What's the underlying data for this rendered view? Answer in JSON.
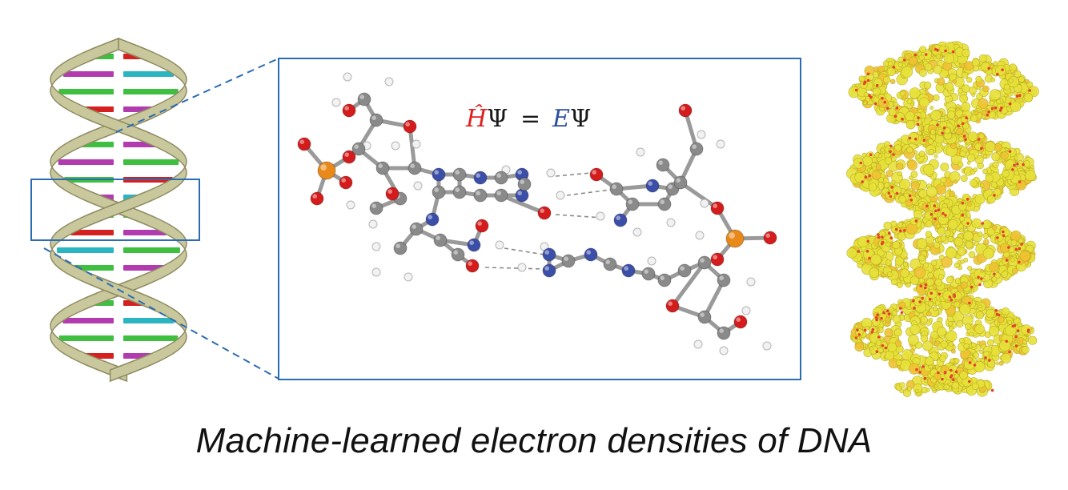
{
  "caption": "Machine-learned electron densities of DNA",
  "equation": {
    "h_symbol": "Ĥ",
    "psi": "Ψ",
    "equals": "=",
    "e_symbol": "E",
    "psi2": "Ψ"
  },
  "colors": {
    "frame": "#2a6db5",
    "leader": "#2a6db5",
    "ribbon": "#c9c79c",
    "ribbon_dark": "#8f8c63",
    "base_green": "#3fbf3f",
    "base_magenta": "#b23bb0",
    "base_red": "#d62020",
    "base_cyan": "#2bb5c0",
    "carbon": "#8a8a8a",
    "nitrogen": "#3c4fa8",
    "oxygen": "#d51c1c",
    "phosphorus": "#e8891a",
    "hydrogen": "#f2f2f2",
    "density": "#e7e23a",
    "density_dark": "#b8a91e",
    "h_color": "#e02020",
    "e_color": "#2a4fa0"
  },
  "panels": {
    "left": "dna-ribbon-model",
    "middle": "base-pair-ball-and-stick",
    "right": "electron-density-isosurface"
  }
}
